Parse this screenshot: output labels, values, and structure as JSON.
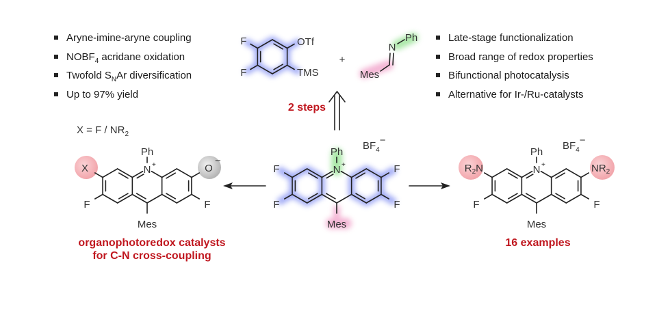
{
  "features_left": [
    [
      "Aryne-imine-aryne coupling"
    ],
    [
      "NOBF",
      "4",
      " acridane oxidation"
    ],
    [
      "Twofold S",
      "N",
      "Ar diversification"
    ],
    [
      "Up to 97% yield"
    ]
  ],
  "features_right": [
    [
      "Late-stage functionalization"
    ],
    [
      "Broad range of redox properties"
    ],
    [
      "Bifunctional photocatalysis"
    ],
    [
      "Alternative for Ir-/Ru-catalysts"
    ]
  ],
  "aryne": {
    "f1": "F",
    "f2": "F",
    "otf": "OTf",
    "tms": "TMS"
  },
  "plus": "+",
  "imine": {
    "n": "N",
    "ph": "Ph",
    "mes": "Mes"
  },
  "steps_label": "2 steps",
  "x_definition": [
    "X = F / NR",
    "2"
  ],
  "central": {
    "ph": "Ph",
    "n": "N",
    "plus": "+",
    "f": "F",
    "mes": "Mes",
    "counterion": [
      "BF",
      "4",
      "−"
    ]
  },
  "left_product": {
    "ph": "Ph",
    "n": "N",
    "plus": "+",
    "x": "X",
    "o": "O",
    "minus": "−",
    "f": "F",
    "mes": "Mes",
    "caption": [
      "organophotoredox catalysts",
      "for C-N cross-coupling"
    ]
  },
  "right_product": {
    "ph": "Ph",
    "n": "N",
    "plus": "+",
    "r2n": [
      "R",
      "2",
      "N"
    ],
    "nr2": [
      "NR",
      "2"
    ],
    "f": "F",
    "mes": "Mes",
    "counterion": [
      "BF",
      "4",
      "−"
    ],
    "caption": "16 examples"
  },
  "colors": {
    "caption": "#c0171f",
    "aryl_glow": "#7d8af2",
    "phenyl_glow": "#8ee08a",
    "mesityl_glow": "#f09cc6",
    "substituent_circle": "#f6b9bd",
    "oxide_circle": "#c8c8c8"
  }
}
